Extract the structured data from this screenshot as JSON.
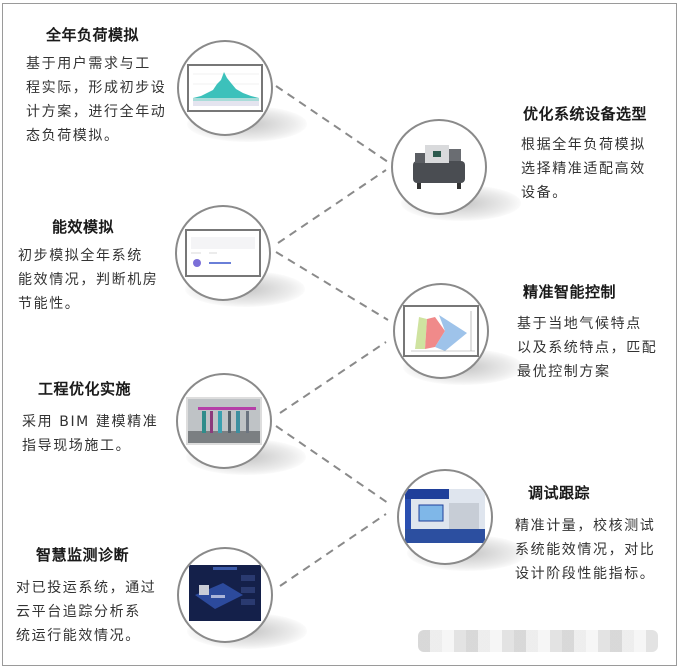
{
  "diagram": {
    "connector_color": "#8a8a8a",
    "left_steps": [
      {
        "id": "annual-load",
        "title": "全年负荷模拟",
        "desc_lines": [
          "基于用户需求与工",
          "程实际，形成初步设",
          "计方案，进行全年动",
          "态负荷模拟。"
        ],
        "image": "annual-load-chart-thumbnail"
      },
      {
        "id": "energy-efficiency",
        "title": "能效模拟",
        "desc_lines": [
          "初步模拟全年系统",
          "能效情况，判断机房",
          "节能性。"
        ],
        "image": "efficiency-dashboard-thumbnail"
      },
      {
        "id": "engineering-optimization",
        "title": "工程优化实施",
        "desc_lines": [
          "采用 BIM 建模精准",
          "指导现场施工。"
        ],
        "image": "bim-model-thumbnail"
      },
      {
        "id": "smart-monitoring",
        "title": "智慧监测诊断",
        "desc_lines": [
          "对已投运系统，通过",
          "云平台追踪分析系",
          "统运行能效情况。"
        ],
        "image": "cloud-platform-thumbnail"
      }
    ],
    "right_steps": [
      {
        "id": "equipment-selection",
        "title": "优化系统设备选型",
        "desc_lines": [
          "根据全年负荷模拟",
          "选择精准适配高效",
          "设备。"
        ],
        "image": "chiller-unit-thumbnail"
      },
      {
        "id": "smart-control",
        "title": "精准智能控制",
        "desc_lines": [
          "基于当地气候特点",
          "以及系统特点，匹配",
          "最优控制方案"
        ],
        "image": "psychrometric-chart-thumbnail"
      },
      {
        "id": "commissioning",
        "title": "调试跟踪",
        "desc_lines": [
          "精准计量，校核测试",
          "系统能效情况，对比",
          "设计阶段性能指标。"
        ],
        "image": "control-room-thumbnail"
      }
    ]
  }
}
